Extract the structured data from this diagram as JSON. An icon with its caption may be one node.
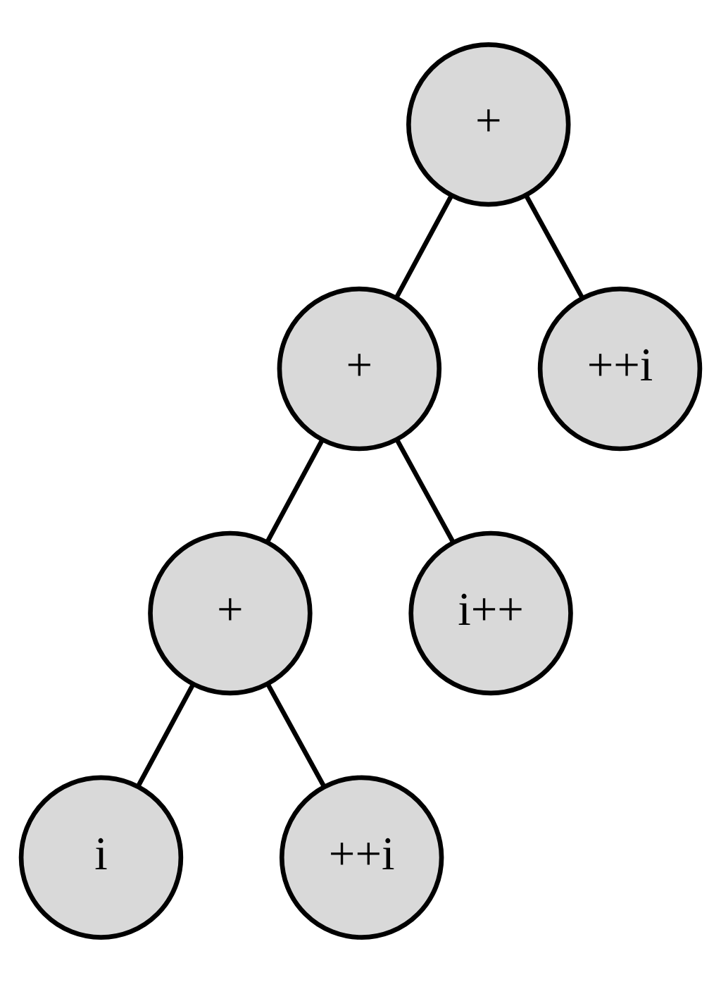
{
  "diagram": {
    "nodes": [
      {
        "text": [
          "+"
        ]
      },
      {
        "text": [
          "+"
        ]
      },
      {
        "text": [
          "++i"
        ]
      },
      {
        "text": [
          "+"
        ]
      },
      {
        "text": [
          "i++"
        ]
      },
      {
        "text": [
          "i"
        ]
      },
      {
        "text": [
          "++i"
        ]
      }
    ],
    "edges": [
      {
        "from": 0,
        "to": 1,
        "arrow": "none"
      },
      {
        "from": 0,
        "to": 2,
        "arrow": "none"
      },
      {
        "from": 1,
        "to": 3,
        "arrow": "none"
      },
      {
        "from": 1,
        "to": 4,
        "arrow": "none"
      },
      {
        "from": 3,
        "to": 5,
        "arrow": "none"
      },
      {
        "from": 3,
        "to": 6,
        "arrow": "none"
      }
    ]
  }
}
